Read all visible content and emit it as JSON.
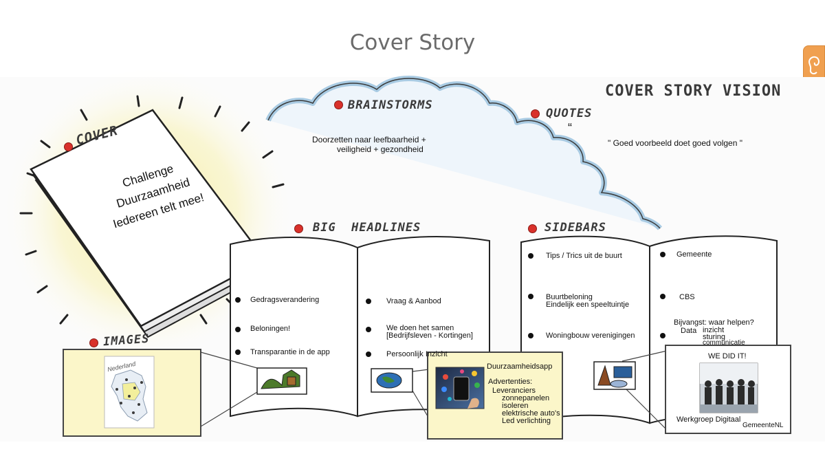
{
  "slide": {
    "title": "Cover Story"
  },
  "side_tab": {
    "icon": "ear-icon",
    "color": "#f0a050"
  },
  "vision_title": "COVER STORY VISION",
  "cover": {
    "label": "COVER",
    "lines": [
      "Challenge",
      "Duurzaamheid",
      "Iedereen telt mee!"
    ]
  },
  "brainstorms": {
    "label": "BRAINSTORMS",
    "lines": [
      "Doorzetten naar leefbaarheid +",
      "veiligheid + gezondheid"
    ]
  },
  "quotes": {
    "label": "QUOTES",
    "mark": "“",
    "text": "\" Goed voorbeeld doet goed volgen \""
  },
  "images": {
    "label": "IMAGES",
    "map_caption": "Nederland"
  },
  "headlines": {
    "label": "BIG  HEADLINES",
    "left": [
      "Gedragsverandering",
      "Beloningen!",
      "Transparantie in de app"
    ],
    "right": [
      "Vraag & Aanbod",
      "We doen het samen",
      "[Bedrijfsleven - Kortingen]",
      "Persoonlijk Inzicht"
    ]
  },
  "sidebars": {
    "label": "SIDEBARS",
    "left": [
      "Tips / Trics uit de buurt",
      "Buurtbeloning",
      "Eindelijk een speeltuintje",
      "Woningbouw verenigingen"
    ],
    "right": [
      "Gemeente",
      "CBS",
      "Bijvangst: waar helpen?",
      "Data",
      "inzicht",
      "sturing",
      "communicatie"
    ]
  },
  "app_box": {
    "title": "Duurzaamheidsapp",
    "heading": "Advertenties:",
    "items": [
      "Leveranciers",
      "zonnepanelen",
      "isoleren",
      "elektrische auto's",
      "Led verlichting"
    ]
  },
  "team_box": {
    "title": "WE DID IT!",
    "caption": "Werkgroep Digitaal",
    "org": "GemeenteNL"
  },
  "colors": {
    "dot": "#d9312b",
    "cloud": "#a9cbe3",
    "glow": "#f6ee9a",
    "title": "#6b6b6b"
  }
}
